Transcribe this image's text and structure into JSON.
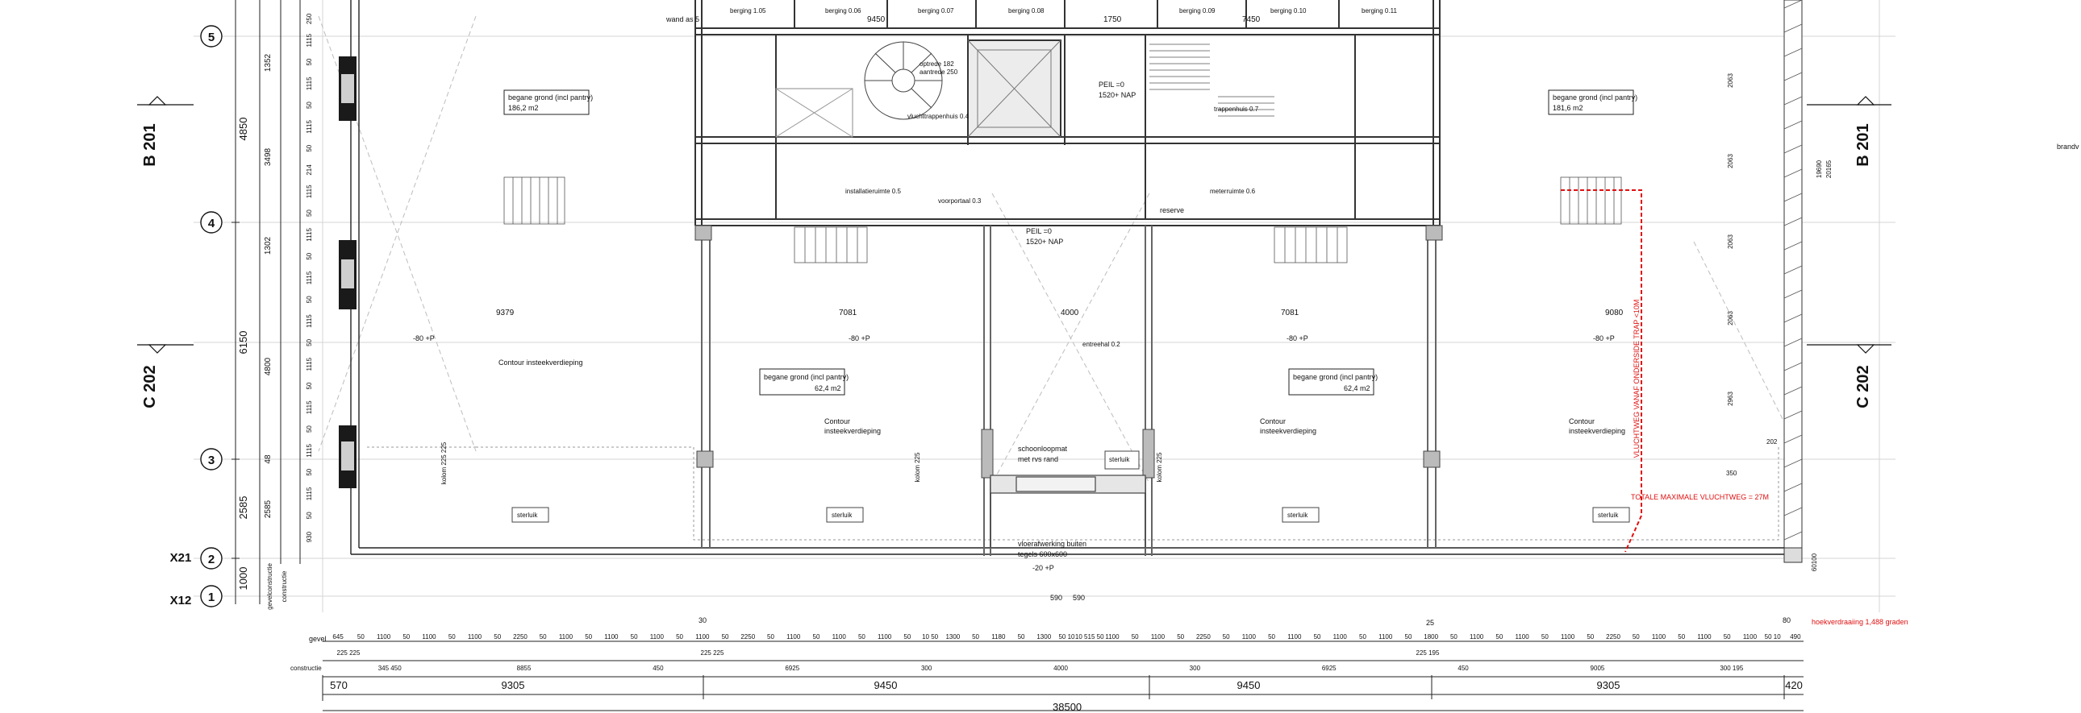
{
  "grid_rows": [
    {
      "id": "row-5",
      "label": "5"
    },
    {
      "id": "row-4",
      "label": "4"
    },
    {
      "id": "row-3",
      "label": "3"
    },
    {
      "id": "row-2",
      "label": "2"
    },
    {
      "id": "row-1",
      "label": "1"
    }
  ],
  "grid_x_labels": {
    "x21": "X21",
    "x12": "X12"
  },
  "section_marks": {
    "b201": "B 201",
    "c202": "C 202"
  },
  "left_dimensions": {
    "outer": [
      "4850",
      "6150",
      "2585",
      "1000"
    ],
    "inner": [
      "1352",
      "3498",
      "1302",
      "4800",
      "48",
      "2585"
    ],
    "stack": [
      "250",
      "1115",
      "50",
      "1115",
      "50",
      "1115",
      "50",
      "214",
      "1115",
      "50",
      "1115",
      "50",
      "1115",
      "50",
      "1115",
      "50",
      "1115",
      "50",
      "1115",
      "50",
      "1115",
      "50",
      "1115",
      "50",
      "930"
    ],
    "gevel_text": "gevelconstructie",
    "construct_text": "constructie"
  },
  "rooms": {
    "bg_left": {
      "line1": "begane grond (incl pantry)",
      "line2": "186,2 m2"
    },
    "bg_right": {
      "line1": "begane grond (incl pantry)",
      "line2": "181,6 m2"
    },
    "bg_mid_left": {
      "line1": "begane grond (incl pantry)",
      "line2": "62,4 m2"
    },
    "bg_mid_right": {
      "line1": "begane grond (incl pantry)",
      "line2": "62,4 m2"
    }
  },
  "texts": {
    "wand_as": "wand as 5",
    "berging_105": "berging 1.05",
    "berging_106": "berging 0.06",
    "berging_107": "berging 0.07",
    "berging_108": "berging 0.08",
    "berging_109": "berging 0.09",
    "berging_110": "berging 0.10",
    "berging_111": "berging 0.11",
    "top_9450": "9450",
    "top_1750": "1750",
    "top_7450": "7450",
    "trap_up": "optrede 182",
    "trap_aan": "aantrede 250",
    "vluchttrap": "vluchttrappenhuis 0.4",
    "trappenhuis": "trappenhuis 0.7",
    "installatie": "installatieruimte 0.5",
    "voorportaal": "voorportaal 0.3",
    "meterruimte": "meterruimte 0.6",
    "entreehal": "entreehal 0.2",
    "peil_1": "PEIL =0",
    "peil_1b": "1520+ NAP",
    "peil_2": "PEIL =0",
    "peil_2b": "1520+ NAP",
    "reserve": "reserve",
    "contour_left": "Contour insteekverdieping",
    "contour_mid_l1": "Contour",
    "contour_mid_l2": "insteekverdieping",
    "contour_mid_r1": "Contour",
    "contour_mid_r2": "insteekverdieping",
    "contour_right1": "Contour",
    "contour_right2": "insteekverdieping",
    "schoonloop1": "schoonloopmat",
    "schoonloop2": "met rvs rand",
    "vloer1": "vloerafwerking buiten",
    "vloer2": "tegels 600x600",
    "minus20": "-20  +P",
    "minus80_a": "-80  +P",
    "minus80_b": "-80  +P",
    "minus80_c": "-80  +P",
    "minus80_d": "-80  +P",
    "d9379": "9379",
    "d7081a": "7081",
    "d4000": "4000",
    "d7081b": "7081",
    "d9080": "9080",
    "kolom_l": "kolom 225 225",
    "kolom_ml": "kolom 225",
    "kolom_mr": "kolom 225",
    "sterluik": "sterluik",
    "red_vertical": "VLUCHTWEG VANAF ONDERSIDE TRAP <10M",
    "red_total": "TOTALE MAXIMALE VLUCHTWEG = 27M",
    "hoekverdraaiing": "hoekverdraaiing 1,488 graden",
    "brand": "brandv",
    "right_dims": [
      "2063",
      "2063",
      "2063",
      "2063",
      "2963"
    ],
    "right_extra": [
      "19690",
      "20165"
    ],
    "n350": "350",
    "n202": "202",
    "n6010": "60100"
  },
  "bottom": {
    "gevel_label": "gevel",
    "constructie_label": "constructie",
    "gevel_row": [
      "645",
      "50",
      "1100",
      "50",
      "1100",
      "50",
      "1100",
      "50",
      "2250",
      "50",
      "1100",
      "50",
      "1100",
      "50",
      "1100",
      "50",
      "1100",
      "50",
      "2250",
      "50",
      "1100",
      "50",
      "1100",
      "50",
      "1100",
      "50",
      "10 50",
      "1300",
      "50",
      "1180",
      "50",
      "1300",
      "50 10",
      "10 515 50",
      "1100",
      "50",
      "1100",
      "50",
      "2250",
      "50",
      "1100",
      "50",
      "1100",
      "50",
      "1100",
      "50",
      "1100",
      "50",
      "1800",
      "50",
      "1100",
      "50",
      "1100",
      "50",
      "1100",
      "50",
      "2250",
      "50",
      "1100",
      "50",
      "1100",
      "50",
      "1100",
      "50 10",
      "490"
    ],
    "constructie_row": [
      "345 450",
      "8855",
      "450",
      "6925",
      "300",
      "4000",
      "300",
      "6925",
      "450",
      "9005",
      "300 195"
    ],
    "small_row": [
      "225 225",
      "225 225",
      "225 195"
    ],
    "main_row": [
      "570",
      "9305",
      "9450",
      "9450",
      "9305",
      "420"
    ],
    "total": "38500",
    "top_30a": "30",
    "top_25": "25",
    "top_80": "80",
    "dim_590a": "590",
    "dim_590b": "590"
  }
}
